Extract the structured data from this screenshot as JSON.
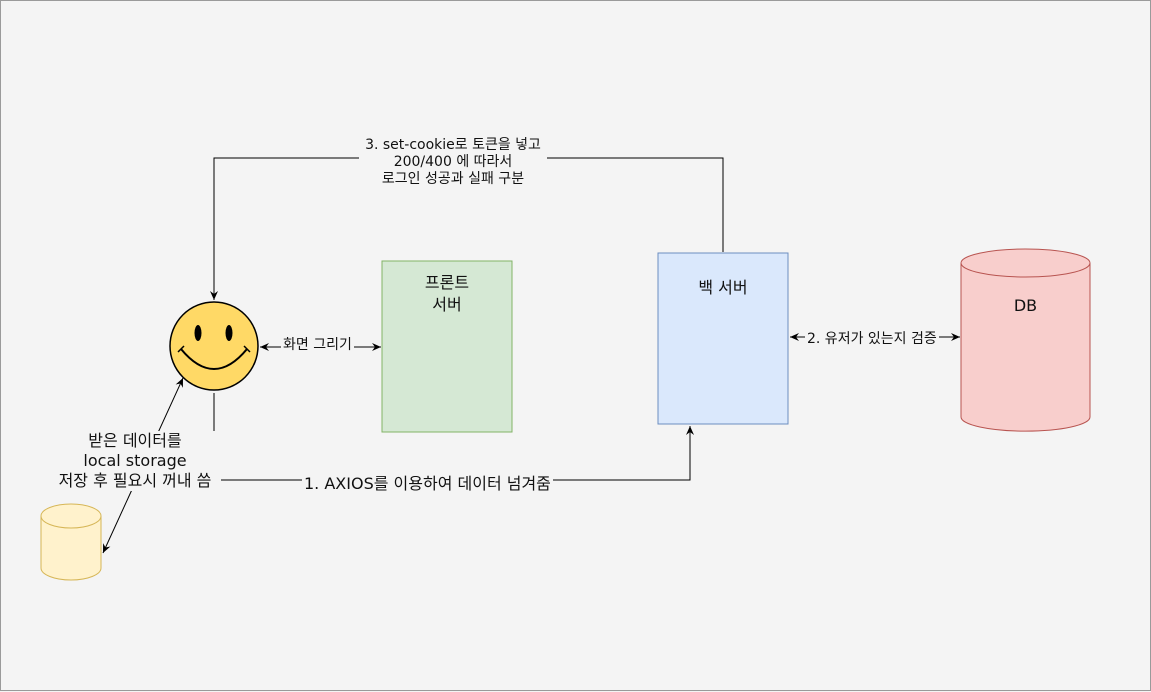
{
  "nodes": {
    "user": {
      "icon": "smiley-icon"
    },
    "front_server": {
      "label_line1": "프론트",
      "label_line2": "서버",
      "fill": "#d5e8d4",
      "stroke": "#82b366"
    },
    "back_server": {
      "label": "백 서버",
      "fill": "#dae8fc",
      "stroke": "#6c8ebf"
    },
    "db": {
      "label": "DB",
      "fill": "#f8cecc",
      "stroke": "#b85450"
    },
    "local_storage": {
      "fill": "#fff2cc",
      "stroke": "#d6b656"
    }
  },
  "edges": {
    "login_request": {
      "label": "1. AXIOS를 이용하여 데이터 넘겨줌"
    },
    "verify_user": {
      "label": "2. 유저가 있는지 검증"
    },
    "set_cookie": {
      "line1": "3. set-cookie로 토큰을 넣고",
      "line2": "200/400 에 따라서",
      "line3": "로그인 성공과 실패 구분"
    },
    "render": {
      "label": "화면 그리기"
    },
    "storage": {
      "line1": "받은 데이터를",
      "line2": "local storage",
      "line3": "저장 후 필요시 꺼내 씀"
    }
  },
  "colors": {
    "background": "#f4f4f4",
    "line": "#000000",
    "smiley_face": "#ffd966"
  }
}
